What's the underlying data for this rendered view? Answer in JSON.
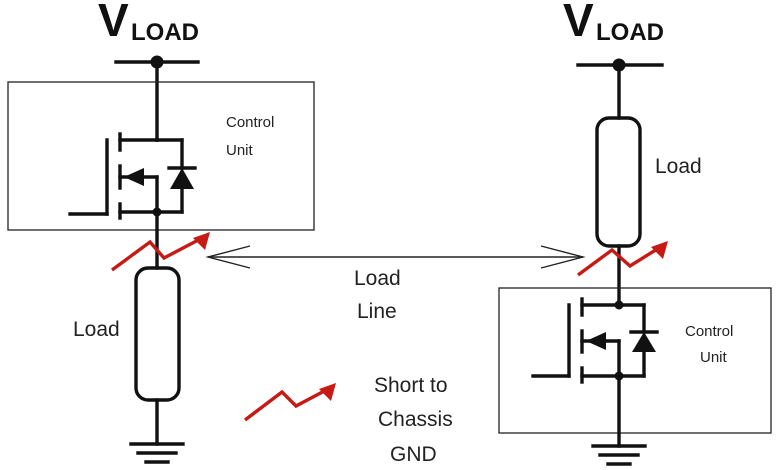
{
  "supply": {
    "symbol": "V",
    "subscript": "LOAD"
  },
  "left_circuit": {
    "control_unit_lines": [
      "Control",
      "Unit"
    ],
    "load_label": "Load"
  },
  "right_circuit": {
    "control_unit_lines": [
      "Control",
      "Unit"
    ],
    "load_label": "Load"
  },
  "load_line_lines": [
    "Load",
    "Line"
  ],
  "legend": {
    "short_lines": [
      "Short to",
      "Chassis",
      "GND"
    ]
  },
  "colors": {
    "wire": "#111111",
    "short_fault": "#c51b14",
    "box": "#222222"
  }
}
